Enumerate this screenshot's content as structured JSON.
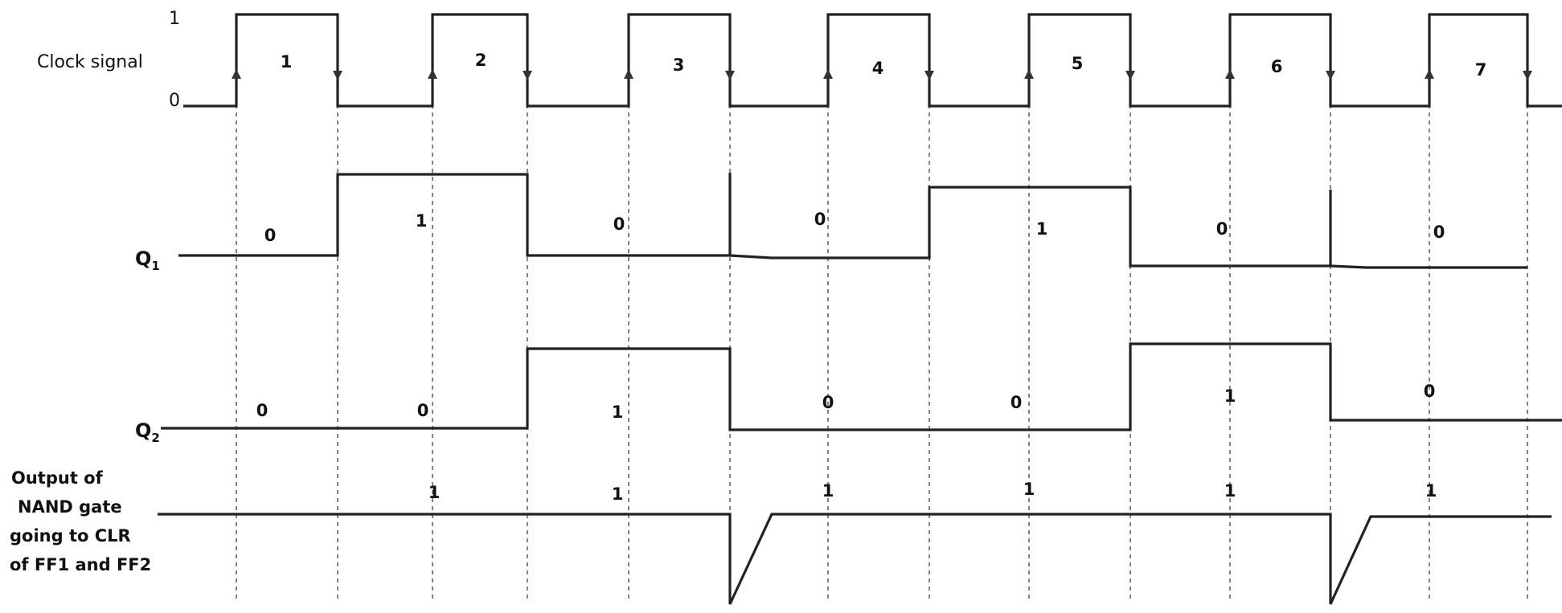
{
  "labels": {
    "clock": "Clock signal",
    "clock_high": "1",
    "clock_low": "0",
    "q1_main": "Q",
    "q1_sub": "1",
    "q2_main": "Q",
    "q2_sub": "2",
    "nand_lines": [
      "Output of",
      "NAND gate",
      "going to CLR",
      "of FF1 and FF2"
    ]
  },
  "clock_pulses": [
    "1",
    "2",
    "3",
    "4",
    "5",
    "6",
    "7"
  ],
  "q1_values": [
    "0",
    "1",
    "0",
    "0",
    "1",
    "0",
    "0"
  ],
  "q2_values": [
    "0",
    "0",
    "1",
    "0",
    "0",
    "1",
    "0"
  ],
  "nand_values": [
    "1",
    "1",
    "1",
    "1",
    "1",
    "1"
  ]
}
